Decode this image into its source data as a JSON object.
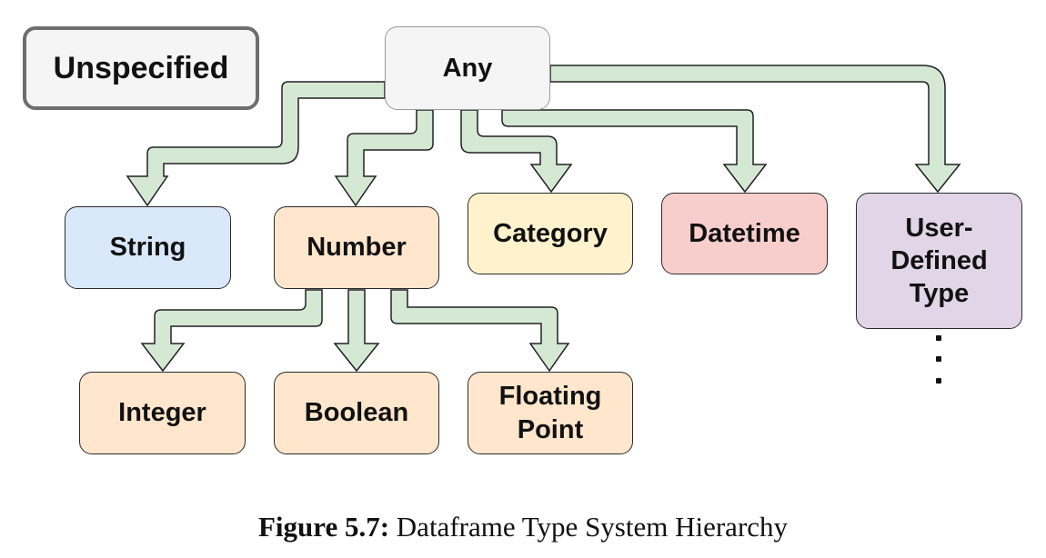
{
  "nodes": {
    "unspecified": {
      "label": "Unspecified",
      "color": "#f5f5f5",
      "border": "#6e6e6e"
    },
    "any": {
      "label": "Any",
      "color": "#f5f5f5",
      "border": "#999999"
    },
    "string": {
      "label": "String",
      "color": "#dae8fc",
      "border": "#2b2b2b"
    },
    "number": {
      "label": "Number",
      "color": "#ffe6cc",
      "border": "#2b2b2b"
    },
    "category": {
      "label": "Category",
      "color": "#fff2cc",
      "border": "#2b2b2b"
    },
    "datetime": {
      "label": "Datetime",
      "color": "#f8cecc",
      "border": "#2b2b2b"
    },
    "user_defined": {
      "label": "User-\nDefined\nType",
      "color": "#e1d5e7",
      "border": "#2b2b2b"
    },
    "integer": {
      "label": "Integer",
      "color": "#ffe6cc",
      "border": "#2b2b2b"
    },
    "boolean": {
      "label": "Boolean",
      "color": "#ffe6cc",
      "border": "#2b2b2b"
    },
    "floating_point": {
      "label": "Floating\nPoint",
      "color": "#ffe6cc",
      "border": "#2b2b2b"
    }
  },
  "edges": [
    {
      "from": "any",
      "to": "string"
    },
    {
      "from": "any",
      "to": "number"
    },
    {
      "from": "any",
      "to": "category"
    },
    {
      "from": "any",
      "to": "datetime"
    },
    {
      "from": "any",
      "to": "user_defined"
    },
    {
      "from": "number",
      "to": "integer"
    },
    {
      "from": "number",
      "to": "boolean"
    },
    {
      "from": "number",
      "to": "floating_point"
    }
  ],
  "arrow_style": {
    "fill": "#d5e8d4",
    "stroke": "#222222"
  },
  "caption": {
    "label": "Figure 5.7:",
    "text": " Dataframe Type System Hierarchy"
  }
}
